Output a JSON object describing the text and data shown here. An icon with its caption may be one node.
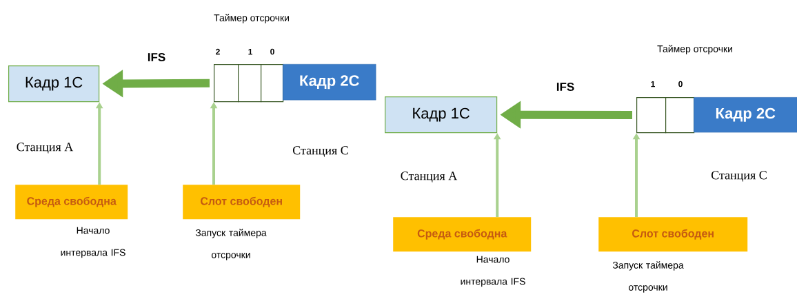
{
  "diagram": {
    "nodes": [
      {
        "text": [
          "Кадр 1С"
        ]
      },
      {
        "text": [],
        "shape": "box"
      },
      {
        "text": [],
        "shape": "box"
      },
      {
        "text": [],
        "shape": "box"
      },
      {
        "text": [
          "Кадр 2С"
        ]
      },
      {
        "text": [
          "Среда свободна"
        ],
        "beside": [
          "Начало интервала IFS"
        ]
      },
      {
        "text": [
          "Слот свободен"
        ],
        "beside": [
          "Запуск таймера отсрочки"
        ]
      },
      {
        "text": [
          "Кадр 1С"
        ]
      },
      {
        "text": [],
        "shape": "box"
      },
      {
        "text": [],
        "shape": "box"
      },
      {
        "text": [
          "Кадр 2С"
        ]
      },
      {
        "text": [
          "Среда свободна"
        ],
        "beside": [
          "Начало интервала IFS"
        ]
      },
      {
        "text": [
          "Слот свободен"
        ],
        "beside": [
          "Запуск таймера отсрочки"
        ]
      }
    ],
    "edges": [
      {
        "from": 1,
        "to": 0,
        "arrow": "to",
        "label": "IFS",
        "style": "thick",
        "color": "#70ad47"
      },
      {
        "from": 5,
        "to": 0,
        "arrow": "to"
      },
      {
        "from": 6,
        "to": 1,
        "arrow": "to"
      },
      {
        "from": 8,
        "to": 7,
        "arrow": "to",
        "label": "IFS",
        "style": "thick",
        "color": "#70ad47"
      },
      {
        "from": 11,
        "to": 7,
        "arrow": "to"
      },
      {
        "from": 12,
        "to": 8,
        "arrow": "to"
      }
    ],
    "labels": [
      "Таймер отсрочки",
      "2",
      "1",
      "0",
      "Станция А",
      "Станция С",
      "Таймер отсрочки",
      "1",
      "0",
      "Станция А",
      "Станция С"
    ]
  }
}
